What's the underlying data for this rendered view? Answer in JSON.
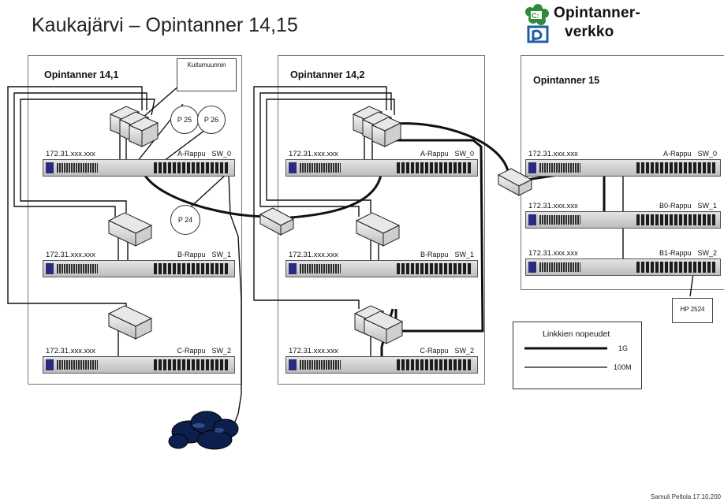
{
  "title": "Kaukajärvi – Opintanner 14,15",
  "logo": {
    "line1": "Opintanner-",
    "line2": "verkko"
  },
  "panels": [
    {
      "title": "Opintanner 14,1",
      "switches": [
        {
          "ip": "172.31.xxx.xxx",
          "name": "A-Rappu",
          "sw": "SW_0"
        },
        {
          "ip": "172.31.xxx.xxx",
          "name": "B-Rappu",
          "sw": "SW_1"
        },
        {
          "ip": "172.31.xxx.xxx",
          "name": "C-Rappu",
          "sw": "SW_2"
        }
      ]
    },
    {
      "title": "Opintanner 14,2",
      "switches": [
        {
          "ip": "172.31.xxx.xxx",
          "name": "A-Rappu",
          "sw": "SW_0"
        },
        {
          "ip": "172.31.xxx.xxx",
          "name": "B-Rappu",
          "sw": "SW_1"
        },
        {
          "ip": "172.31.xxx.xxx",
          "name": "C-Rappu",
          "sw": "SW_2"
        }
      ]
    },
    {
      "title": "Opintanner 15",
      "switches": [
        {
          "ip": "172.31.xxx.xxx",
          "name": "A-Rappu",
          "sw": "SW_0"
        },
        {
          "ip": "172.31.xxx.xxx",
          "name": "B0-Rappu",
          "sw": "SW_1"
        },
        {
          "ip": "172.31.xxx.xxx",
          "name": "B1-Rappu",
          "sw": "SW_2"
        }
      ]
    }
  ],
  "callouts": {
    "kuitumuunnin": "Kuitumuunnin",
    "p25": "P 25",
    "p26": "P 26",
    "p24": "P 24",
    "hp": "HP 2524"
  },
  "legend": {
    "title": "Linkkien nopeudet",
    "fast": "1G",
    "slow": "100M"
  },
  "credit": "Samuli Peltola 17.10.200"
}
